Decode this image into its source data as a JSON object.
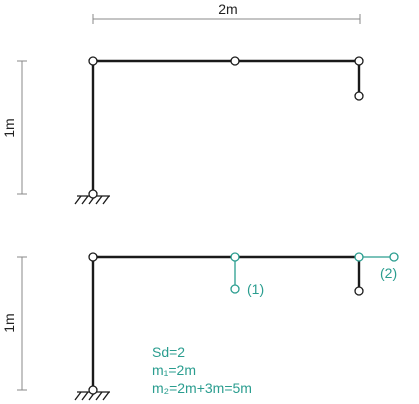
{
  "top_frame": {
    "span_label": "2m",
    "height_label": "1m"
  },
  "bottom_frame": {
    "height_label": "1m",
    "release_labels": [
      "(1)",
      "(2)"
    ],
    "notes": [
      "Sd=2",
      "m₁=2m",
      "m₂=2m+3m=5m"
    ]
  },
  "colors": {
    "member": "#1a1a1a",
    "highlight": "#2a9d8f",
    "dimension": "#888888"
  }
}
